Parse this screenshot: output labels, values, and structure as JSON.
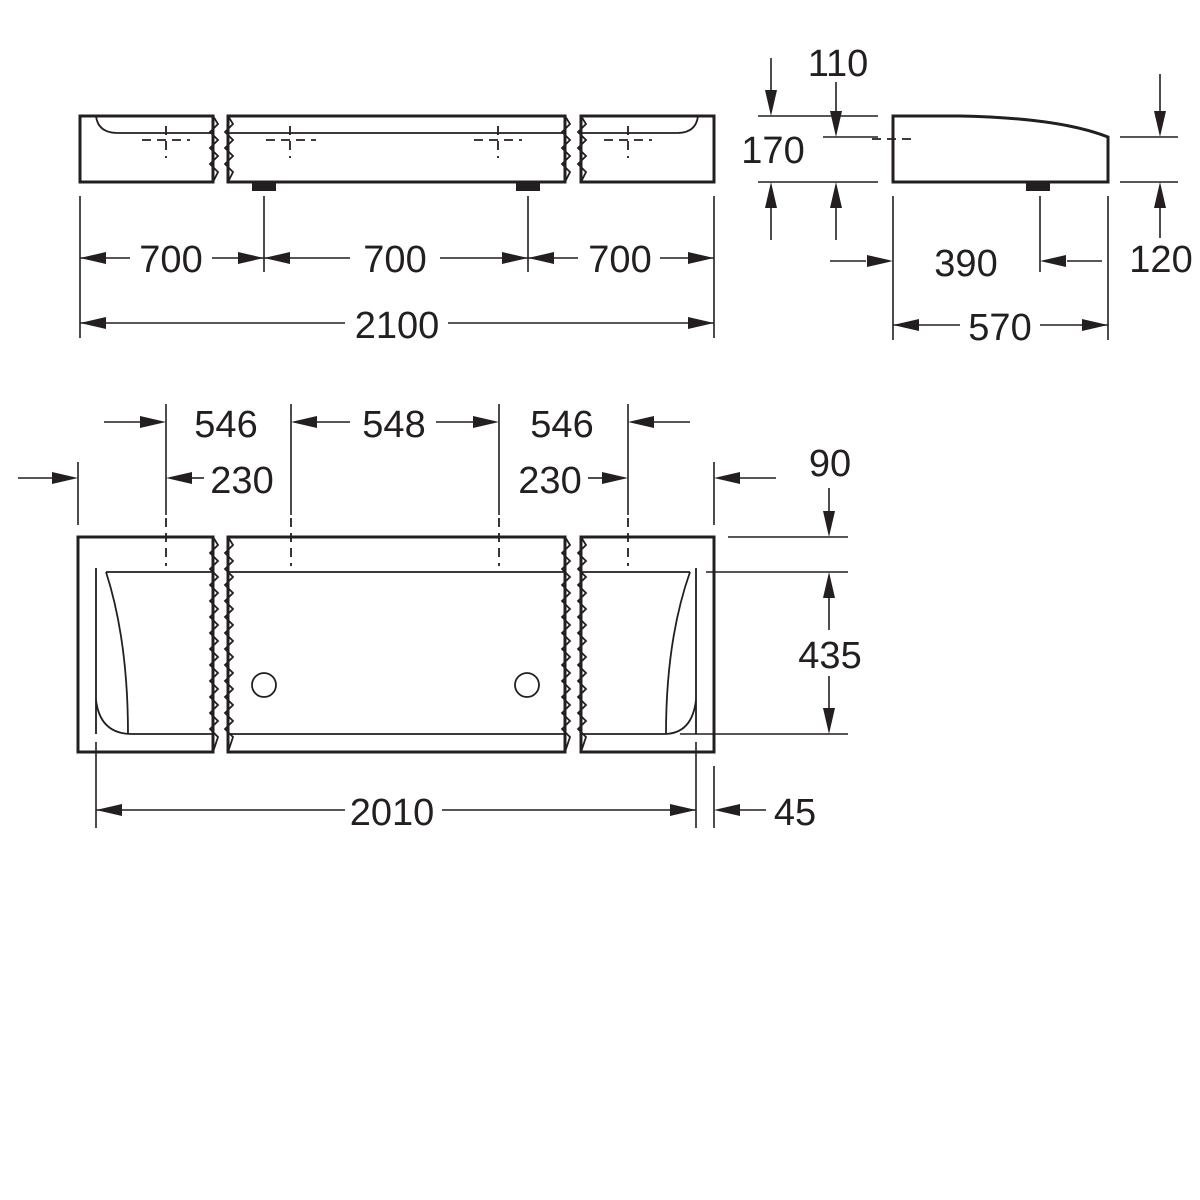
{
  "front_view": {
    "dims": {
      "seg_left": "700",
      "seg_mid": "700",
      "seg_right": "700",
      "total_width": "2100"
    }
  },
  "side_view": {
    "dims": {
      "rim_offset": "110",
      "height_back": "170",
      "height_front": "120",
      "outlet_distance": "390",
      "depth": "570"
    }
  },
  "top_view": {
    "dims": {
      "spacing_left": "546",
      "spacing_mid": "548",
      "spacing_right": "546",
      "edge_offset_left": "230",
      "edge_offset_right": "230",
      "rim_front": "90",
      "basin_depth": "435",
      "inner_width": "2010",
      "side_wall": "45"
    }
  }
}
